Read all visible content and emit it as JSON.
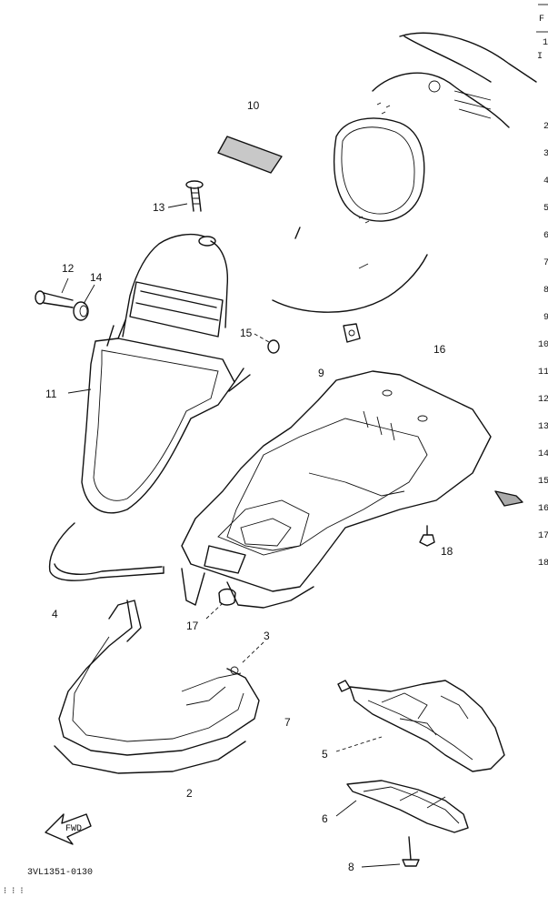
{
  "diagram": {
    "part_code": "3VL1351-0130",
    "fwd_label": "FWD",
    "callouts": {
      "c2": "2",
      "c3": "3",
      "c4": "4",
      "c5": "5",
      "c6": "6",
      "c7": "7",
      "c8": "8",
      "c9": "9",
      "c10": "10",
      "c11": "11",
      "c12": "12",
      "c13": "13",
      "c14": "14",
      "c15": "15",
      "c16": "16",
      "c17": "17",
      "c18": "18"
    },
    "right_column": [
      "1",
      "",
      "2",
      "3",
      "4",
      "5",
      "6",
      "7",
      "8",
      "9",
      "10",
      "11",
      "12",
      "13",
      "14",
      "15",
      "16",
      "17",
      "18"
    ]
  }
}
